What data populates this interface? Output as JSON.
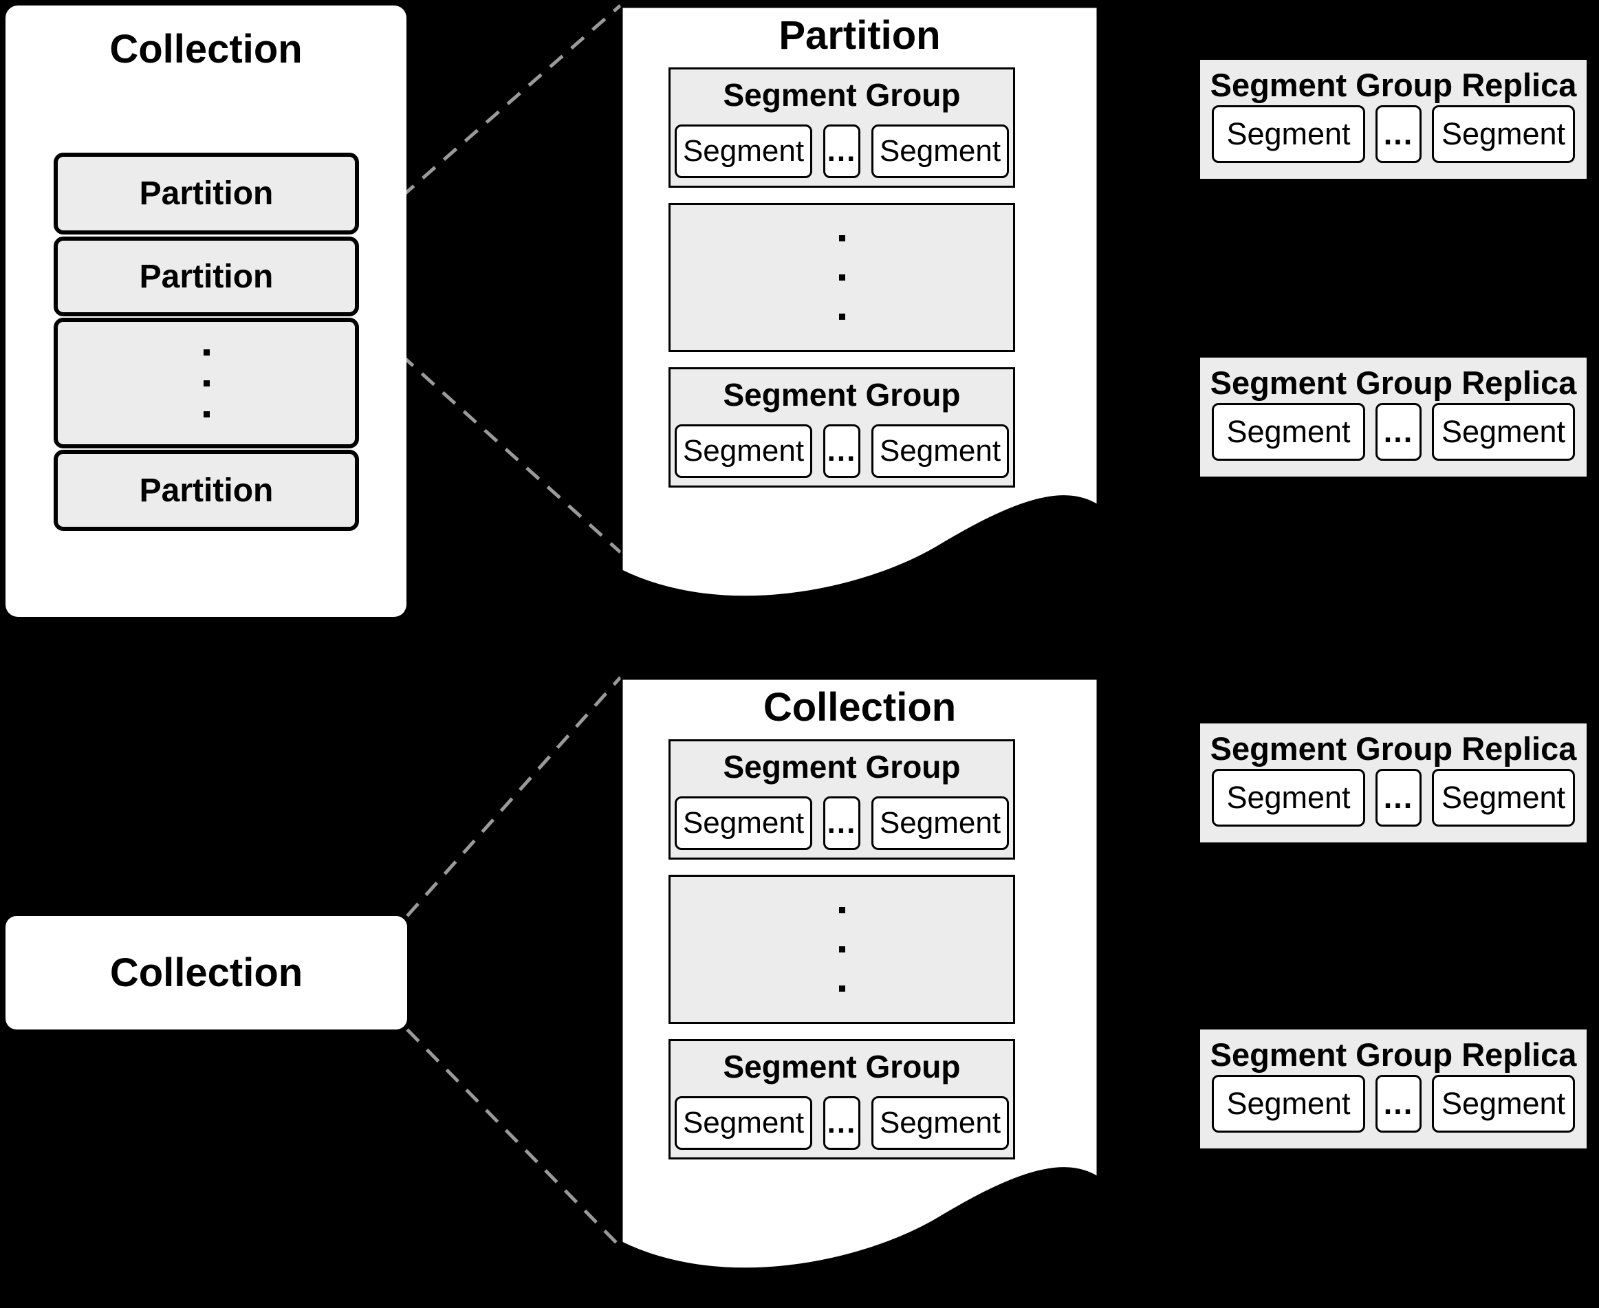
{
  "colors": {
    "background": "#000000",
    "panel_fill": "#ffffff",
    "box_fill": "#ececec",
    "border": "#000000",
    "dashed_line": "#9a9a9a"
  },
  "icons": {
    "vertical_ellipsis": "⋮"
  },
  "collection_container": {
    "title": "Collection",
    "partitions": [
      "Partition",
      "Partition",
      "Partition"
    ]
  },
  "collection_label": {
    "title": "Collection"
  },
  "pages": [
    {
      "title": "Partition",
      "groups": [
        {
          "title": "Segment Group",
          "segments": [
            "Segment",
            "Segment"
          ],
          "ellipsis": "..."
        },
        {
          "title": "Segment Group",
          "segments": [
            "Segment",
            "Segment"
          ],
          "ellipsis": "..."
        }
      ]
    },
    {
      "title": "Collection",
      "groups": [
        {
          "title": "Segment Group",
          "segments": [
            "Segment",
            "Segment"
          ],
          "ellipsis": "..."
        },
        {
          "title": "Segment Group",
          "segments": [
            "Segment",
            "Segment"
          ],
          "ellipsis": "..."
        }
      ]
    }
  ],
  "replicas": [
    {
      "title": "Segment Group Replica",
      "segments": [
        "Segment",
        "Segment"
      ],
      "ellipsis": "..."
    },
    {
      "title": "Segment Group Replica",
      "segments": [
        "Segment",
        "Segment"
      ],
      "ellipsis": "..."
    },
    {
      "title": "Segment Group Replica",
      "segments": [
        "Segment",
        "Segment"
      ],
      "ellipsis": "..."
    },
    {
      "title": "Segment Group Replica",
      "segments": [
        "Segment",
        "Segment"
      ],
      "ellipsis": "..."
    }
  ]
}
